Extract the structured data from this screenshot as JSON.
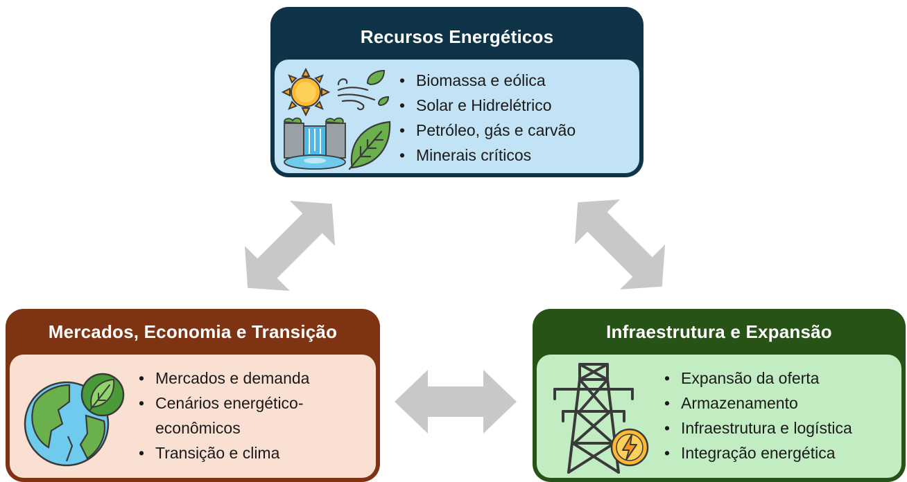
{
  "diagram": {
    "top_box": {
      "title": "Recursos Energéticos",
      "items": [
        "Biomassa e eólica",
        "Solar e Hidrelétrico",
        "Petróleo, gás e carvão",
        "Minerais críticos"
      ],
      "header_color": "#0f3347",
      "body_color": "#c2e3f5",
      "icons": [
        "sun-icon",
        "wind-icon",
        "waterfall-icon",
        "leaf-icon"
      ]
    },
    "left_box": {
      "title": "Mercados, Economia e Transição",
      "items": [
        "Mercados e demanda",
        "Cenários energético-",
        "econômicos",
        "Transição e clima"
      ],
      "header_color": "#7e3412",
      "body_color": "#f9e0d3",
      "icons": [
        "globe-leaf-icon"
      ]
    },
    "right_box": {
      "title": "Infraestrutura e Expansão",
      "items": [
        "Expansão da oferta",
        "Armazenamento",
        "Infraestrutura e logística",
        "Integração energética"
      ],
      "header_color": "#285316",
      "body_color": "#c2ecc1",
      "icons": [
        "transmission-tower-icon",
        "lightning-icon"
      ]
    },
    "arrow_color": "#c8c8c8"
  }
}
